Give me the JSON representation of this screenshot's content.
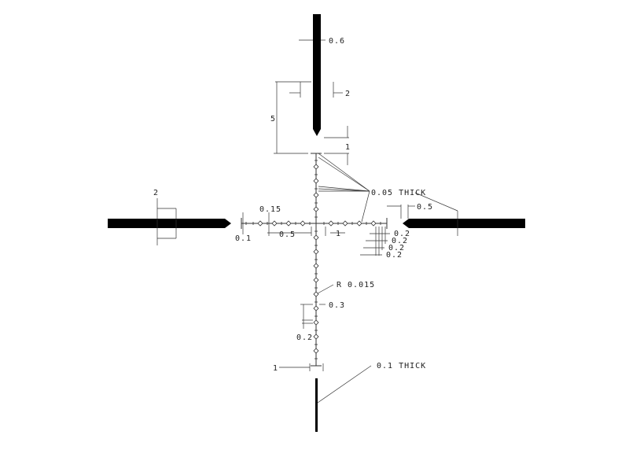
{
  "labels": {
    "top_post_width": "0.6",
    "top_post_spread": "2",
    "top_post_length": "5",
    "top_gap": "1",
    "line_thickness": "0.05 THICK",
    "right_gap": "0.5",
    "left_bar_height": "2",
    "tick_height": "0.15",
    "line_width_left": "0.1",
    "half_spacing": "0.5",
    "unit_spacing": "1",
    "right_ticks": [
      "0.2",
      "0.2",
      "0.2",
      "0.2"
    ],
    "dot_radius": "R 0.015",
    "dot_spacing": "0.3",
    "small_tick": "0.2",
    "bottom_width": "1",
    "bottom_post_thickness": "0.1 THICK"
  },
  "colors": {
    "ink": "#000000"
  }
}
